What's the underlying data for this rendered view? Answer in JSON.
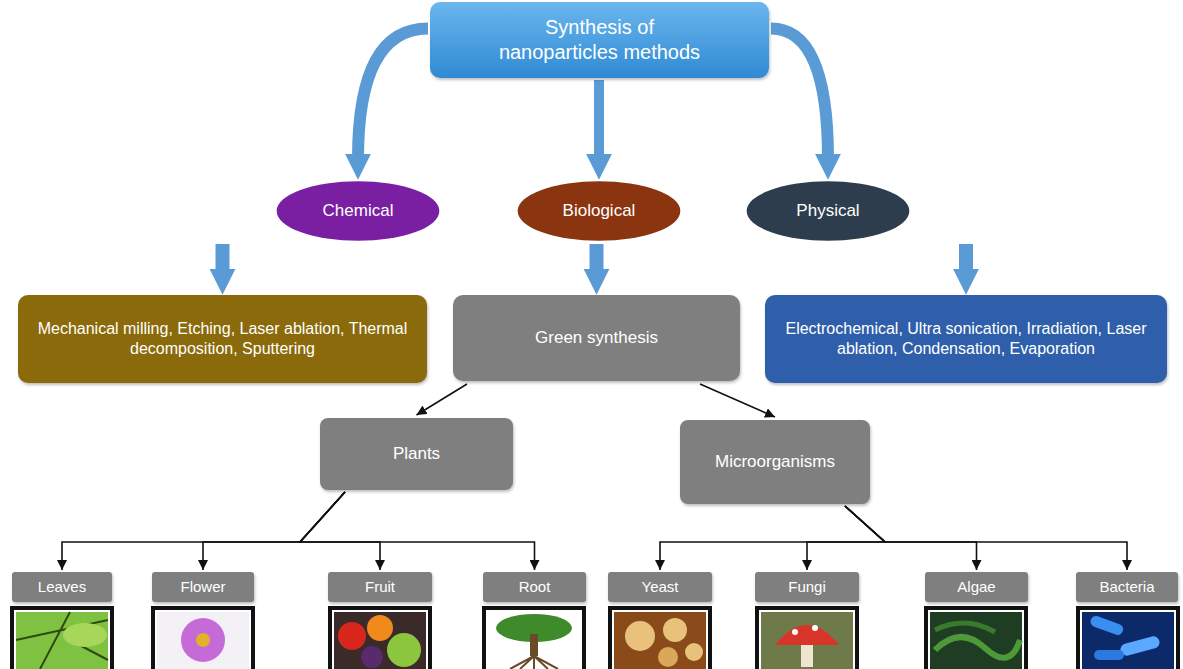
{
  "diagram": {
    "nodes": [
      {
        "text": [
          "Synthesis of nanoparticles methods"
        ]
      },
      {
        "text": [
          "Chemical"
        ]
      },
      {
        "text": [
          "Biological"
        ]
      },
      {
        "text": [
          "Physical"
        ]
      },
      {
        "text": [
          "Mechanical milling, Etching, Laser ablation, Thermal decomposition, Sputtering"
        ]
      },
      {
        "text": [
          "Green synthesis"
        ]
      },
      {
        "text": [
          "Electrochemical, Ultra sonication, Irradiation, Laser ablation, Condensation, Evaporation"
        ]
      },
      {
        "text": [
          "Plants"
        ]
      },
      {
        "text": [
          "Microorganisms"
        ]
      },
      {
        "text": [
          "Leaves"
        ]
      },
      {
        "text": [
          "Flower"
        ]
      },
      {
        "text": [
          "Fruit"
        ]
      },
      {
        "text": [
          "Root"
        ]
      },
      {
        "text": [
          "Yeast"
        ]
      },
      {
        "text": [
          "Fungi"
        ]
      },
      {
        "text": [
          "Algae"
        ]
      },
      {
        "text": [
          "Bacteria"
        ]
      }
    ],
    "edges": [
      {
        "from": 0,
        "to": 1,
        "arrow": "to"
      },
      {
        "from": 0,
        "to": 2,
        "arrow": "to"
      },
      {
        "from": 0,
        "to": 3,
        "arrow": "to"
      },
      {
        "from": 1,
        "to": 4,
        "arrow": "to"
      },
      {
        "from": 2,
        "to": 5,
        "arrow": "to"
      },
      {
        "from": 3,
        "to": 6,
        "arrow": "to"
      },
      {
        "from": 5,
        "to": 7,
        "arrow": "to"
      },
      {
        "from": 5,
        "to": 8,
        "arrow": "to"
      },
      {
        "from": 7,
        "to": 9,
        "arrow": "to"
      },
      {
        "from": 7,
        "to": 10,
        "arrow": "to"
      },
      {
        "from": 7,
        "to": 11,
        "arrow": "to"
      },
      {
        "from": 7,
        "to": 12,
        "arrow": "to"
      },
      {
        "from": 8,
        "to": 13,
        "arrow": "to"
      },
      {
        "from": 8,
        "to": 14,
        "arrow": "to"
      },
      {
        "from": 8,
        "to": 15,
        "arrow": "to"
      },
      {
        "from": 8,
        "to": 16,
        "arrow": "to"
      }
    ]
  }
}
